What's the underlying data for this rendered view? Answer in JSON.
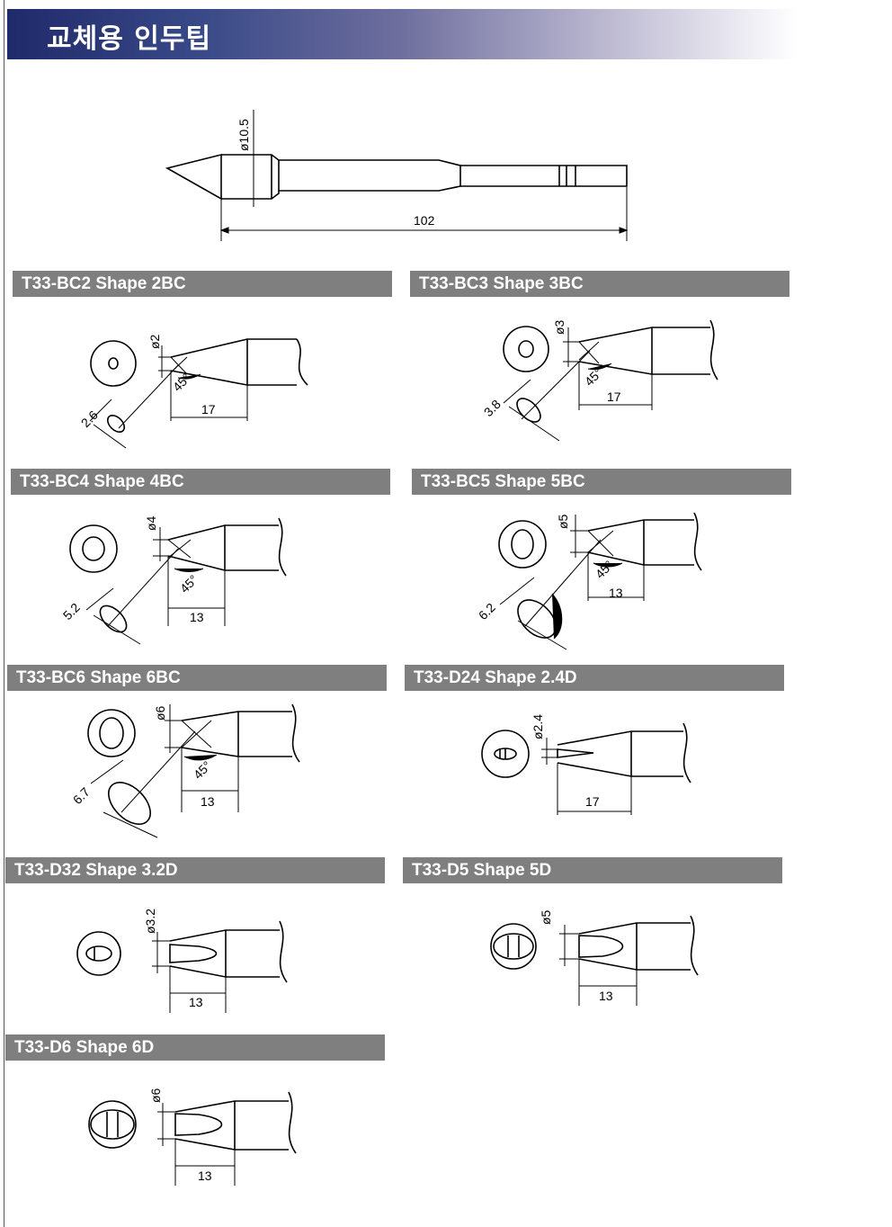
{
  "page_title": "교체용 인두팁",
  "overall": {
    "diameter_label": "ø10.5",
    "length_label": "102"
  },
  "tips": [
    {
      "title": "T33-BC2 Shape 2BC",
      "dia_label": "ø2",
      "length_label": "17",
      "angle_label": "45°",
      "face_label": "2.6"
    },
    {
      "title": "T33-BC3 Shape 3BC",
      "dia_label": "ø3",
      "length_label": "17",
      "angle_label": "45°",
      "face_label": "3.8"
    },
    {
      "title": "T33-BC4 Shape 4BC",
      "dia_label": "ø4",
      "length_label": "13",
      "angle_label": "45°",
      "face_label": "5.2"
    },
    {
      "title": "T33-BC5 Shape 5BC",
      "dia_label": "ø5",
      "length_label": "13",
      "angle_label": "45°",
      "face_label": "6.2"
    },
    {
      "title": "T33-BC6 Shape 6BC",
      "dia_label": "ø6",
      "length_label": "13",
      "angle_label": "45°",
      "face_label": "6.7"
    },
    {
      "title": "T33-D24 Shape 2.4D",
      "dia_label": "ø2.4",
      "length_label": "17"
    },
    {
      "title": "T33-D32 Shape 3.2D",
      "dia_label": "ø3.2",
      "length_label": "13"
    },
    {
      "title": "T33-D5 Shape 5D",
      "dia_label": "ø5",
      "length_label": "13"
    },
    {
      "title": "T33-D6 Shape 6D",
      "dia_label": "ø6",
      "length_label": "13"
    }
  ]
}
